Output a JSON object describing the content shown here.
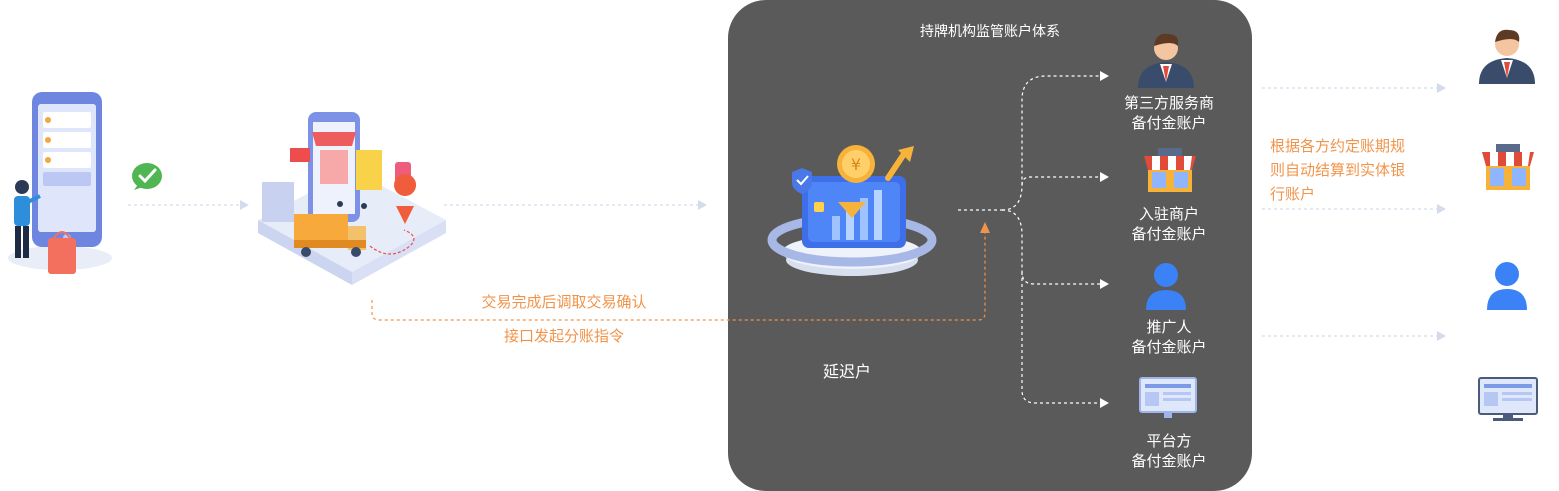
{
  "panel": {
    "title": "持牌机构监管账户体系",
    "delay_account": "延迟户"
  },
  "instructions": {
    "line1": "交易完成后调取交易确认",
    "line2": "接口发起分账指令"
  },
  "accounts": [
    {
      "line1": "第三方服务商",
      "line2": "备付金账户"
    },
    {
      "line1": "入驻商户",
      "line2": "备付金账户"
    },
    {
      "line1": "推广人",
      "line2": "备付金账户"
    },
    {
      "line1": "平台方",
      "line2": "备付金账户"
    }
  ],
  "settlement": {
    "line1": "根据各方约定账期规",
    "line2": "则自动结算到实体银",
    "line3": "行账户"
  },
  "icons": {
    "payer": "phone-shopper-icon",
    "payment": "wechat-pay-icon",
    "store": "online-store-icon",
    "fund": "yuan-card-icon",
    "service": "businessman-icon",
    "merchant": "shop-icon",
    "promoter": "person-icon",
    "platform": "monitor-icon"
  },
  "colors": {
    "panel": "#5a5a5a",
    "accent": "#f0944b",
    "blue": "#3b82f6",
    "arrow": "#d4dcec"
  }
}
